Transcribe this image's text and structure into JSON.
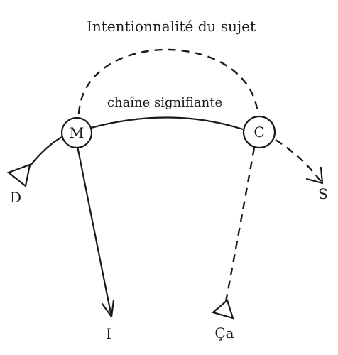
{
  "diagram": {
    "top_label": "Intentionnalité du sujet",
    "chain_label": "chaîne signifiante",
    "nodes": {
      "m": "M",
      "c": "C"
    },
    "endpoints": {
      "d": "D",
      "s": "S",
      "i": "I",
      "ca": "Ça"
    }
  }
}
